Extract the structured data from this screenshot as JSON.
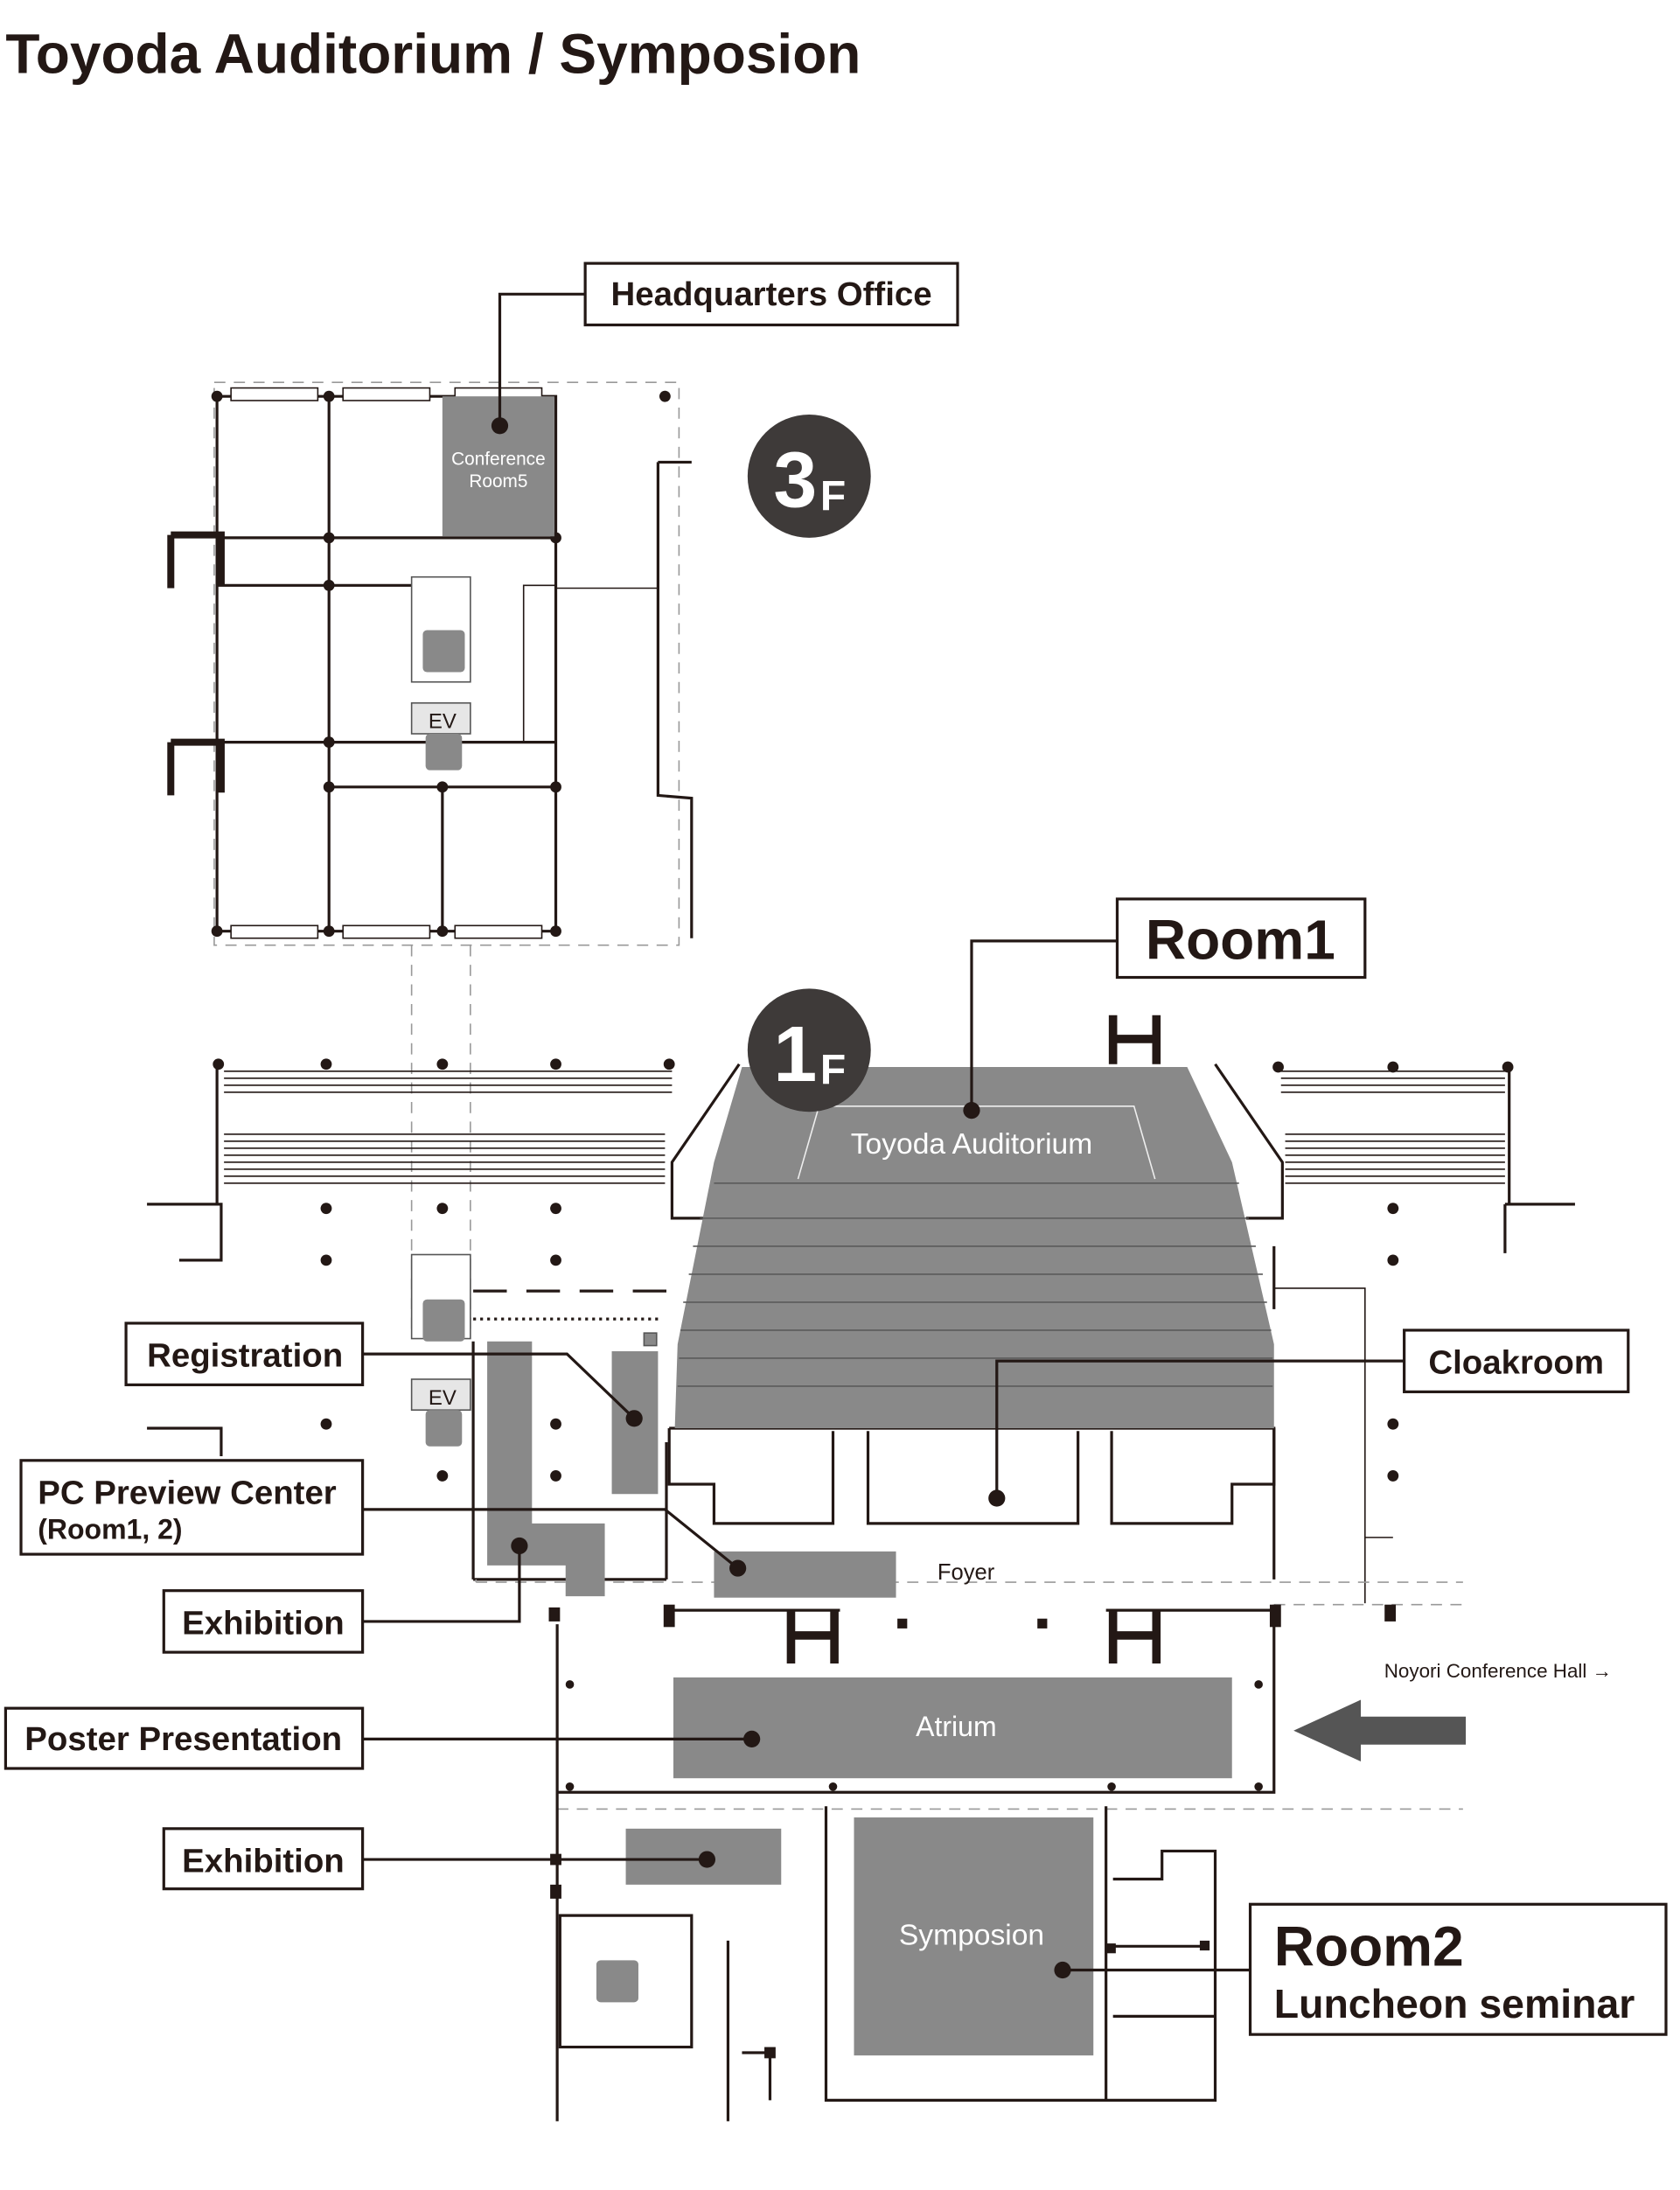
{
  "title": "Toyoda Auditorium / Symposion",
  "floors": {
    "third": {
      "badge_number": "3",
      "badge_suffix": "F",
      "rooms": {
        "conference_room5_line1": "Conference",
        "conference_room5_line2": "Room5"
      },
      "ev_label": "EV"
    },
    "first": {
      "badge_number": "1",
      "badge_suffix": "F",
      "rooms": {
        "auditorium": "Toyoda Auditorium",
        "foyer": "Foyer",
        "atrium": "Atrium",
        "symposion": "Symposion"
      },
      "ev_label": "EV"
    }
  },
  "callouts": {
    "headquarters": "Headquarters Office",
    "room1": "Room1",
    "registration": "Registration",
    "cloakroom": "Cloakroom",
    "pc_preview_line1": "PC Preview Center",
    "pc_preview_line2": "(Room1, 2)",
    "exhibition_1": "Exhibition",
    "poster": "Poster Presentation",
    "exhibition_2": "Exhibition",
    "room2_line1": "Room2",
    "room2_line2": "Luncheon seminar"
  },
  "directions": {
    "noyori": "Noyori Conference Hall →"
  },
  "colors": {
    "room_fill": "#898989",
    "badge_fill": "#3e3a39",
    "ink": "#231815",
    "arrow": "#555555"
  }
}
